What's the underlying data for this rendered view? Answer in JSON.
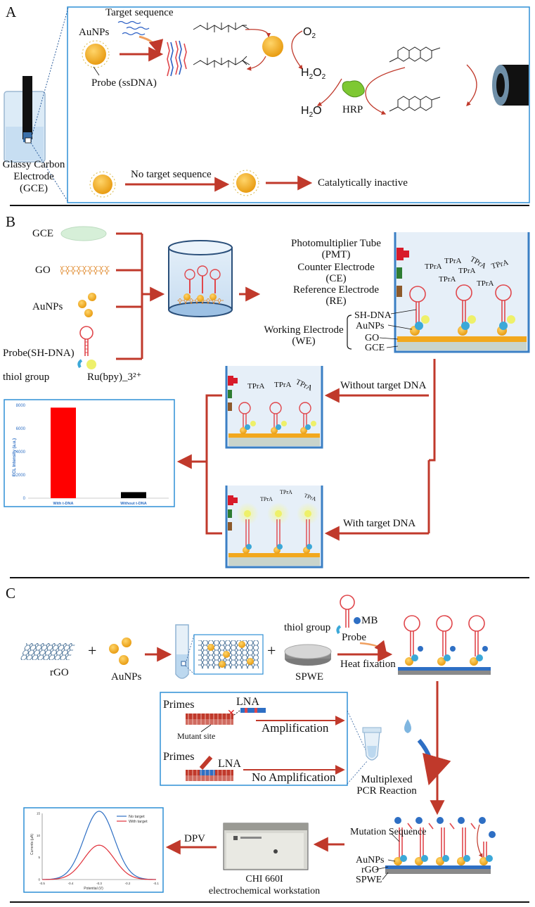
{
  "panels": {
    "a": "A",
    "b": "B",
    "c": "C"
  },
  "panel_a": {
    "target_sequence": "Target sequence",
    "aunps": "AuNPs",
    "probe": "Probe (ssDNA)",
    "o2": "O",
    "o2_sub": "2",
    "h2o2": "H",
    "h2o2_sub1": "2",
    "h2o2_mid": "O",
    "h2o2_sub2": "2",
    "h2o": "H",
    "h2o_sub": "2",
    "h2o_end": "O",
    "hrp": "HRP",
    "gce_line1": "Glassy Carbon",
    "gce_line2": "Electrode",
    "gce_line3": "(GCE)",
    "no_target": "No target sequence",
    "inactive": "Catalytically inactive"
  },
  "panel_b": {
    "gce": "GCE",
    "go": "GO",
    "aunps": "AuNPs",
    "probe": "Probe(SH-DNA)",
    "thiol": "thiol group",
    "ru": "Ru(bpy)_3²⁺",
    "pmt_line1": "Photomultiplier Tube",
    "pmt_line2": "(PMT)",
    "ce_line1": "Counter Electrode",
    "ce_line2": "(CE)",
    "re_line1": "Reference Electrode",
    "re_line2": "(RE)",
    "we_line1": "Working Electrode",
    "we_line2": "(WE)",
    "sh_dna": "SH-DNA",
    "layer_aunps": "AuNPs",
    "layer_go": "GO",
    "layer_gce": "GCE",
    "tpra": "TPrA",
    "without_target": "Without target DNA",
    "with_target": "With target DNA"
  },
  "panel_c": {
    "rgo": "rGO",
    "aunps": "AuNPs",
    "spwe": "SPWE",
    "thiol": "thiol group",
    "mb": "MB",
    "probe": "Probe",
    "heat": "Heat fixation",
    "primes1": "Primes",
    "lna1": "LNA",
    "amplification": "Amplification",
    "mutant_site": "Mutant site",
    "primes2": "Primes",
    "lna2": "LNA",
    "no_amplification": "No Amplification",
    "pcr_line1": "Multiplexed",
    "pcr_line2": "PCR Reaction",
    "mutation_sequence": "Mutation Sequence",
    "layer_aunps": "AuNPs",
    "layer_rgo": "rGO",
    "layer_spwe": "SPWE",
    "workstation_line1": "CHI 660I",
    "workstation_line2": "electrochemical workstation",
    "dpv": "DPV"
  },
  "colors": {
    "arrow": "#c0392b",
    "frame": "#2e8fd6",
    "gold": "#f2a81d",
    "dna": "#e0474c",
    "electrode_blue": "#3b7fc4"
  },
  "chart_data": [
    {
      "type": "bar",
      "categories": [
        "With t-DNA",
        "Without t-DNA"
      ],
      "values": [
        7800,
        520
      ],
      "colors": [
        "#ff0000",
        "#000000"
      ],
      "ylabel": "ECL Intensity (a.u.)",
      "ylim": [
        0,
        8000
      ],
      "yticks": [
        0,
        2000,
        4000,
        6000,
        8000
      ]
    },
    {
      "type": "line",
      "xlabel": "Potential (V)",
      "ylabel": "Currents (μA)",
      "xlim": [
        -0.5,
        -0.1
      ],
      "ylim": [
        0,
        15
      ],
      "xticks": [
        -0.5,
        -0.4,
        -0.3,
        -0.2,
        -0.1
      ],
      "yticks": [
        0,
        5,
        10,
        15
      ],
      "series": [
        {
          "name": "No target",
          "color": "#2e6fc4",
          "center": -0.3,
          "peak": 15.5,
          "width": 0.075
        },
        {
          "name": "With target",
          "color": "#e0303a",
          "center": -0.3,
          "peak": 7.8,
          "width": 0.075
        }
      ]
    }
  ]
}
